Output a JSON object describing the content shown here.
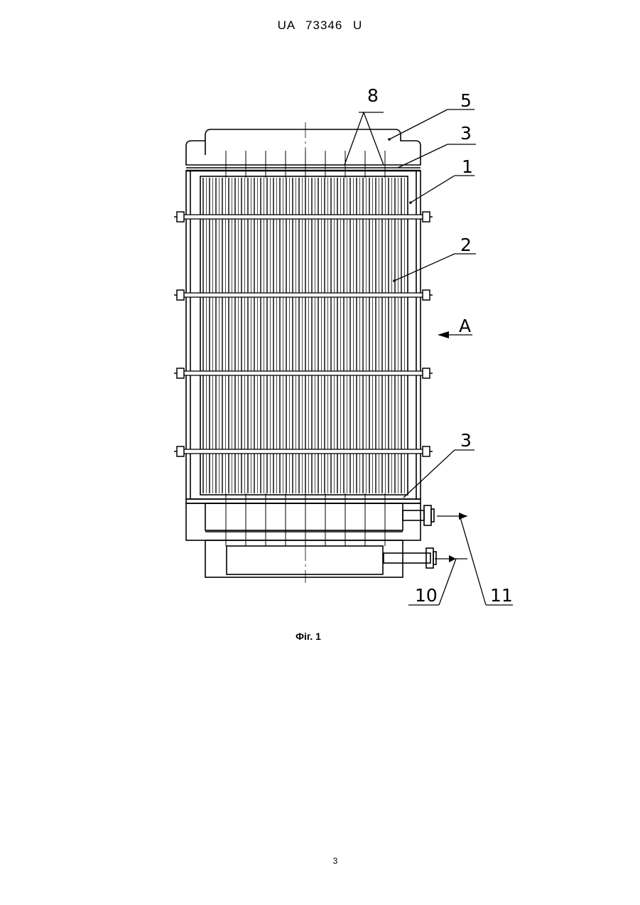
{
  "header": {
    "patent_number": "UA   73346   U"
  },
  "figure": {
    "caption": "Фіг. 1",
    "callouts": {
      "c8": "8",
      "c5": "5",
      "c3_top": "3",
      "c1": "1",
      "c2": "2",
      "cA": "A",
      "c3_bottom": "3",
      "c10": "10",
      "c11": "11"
    }
  },
  "footer": {
    "page_number": "3"
  }
}
